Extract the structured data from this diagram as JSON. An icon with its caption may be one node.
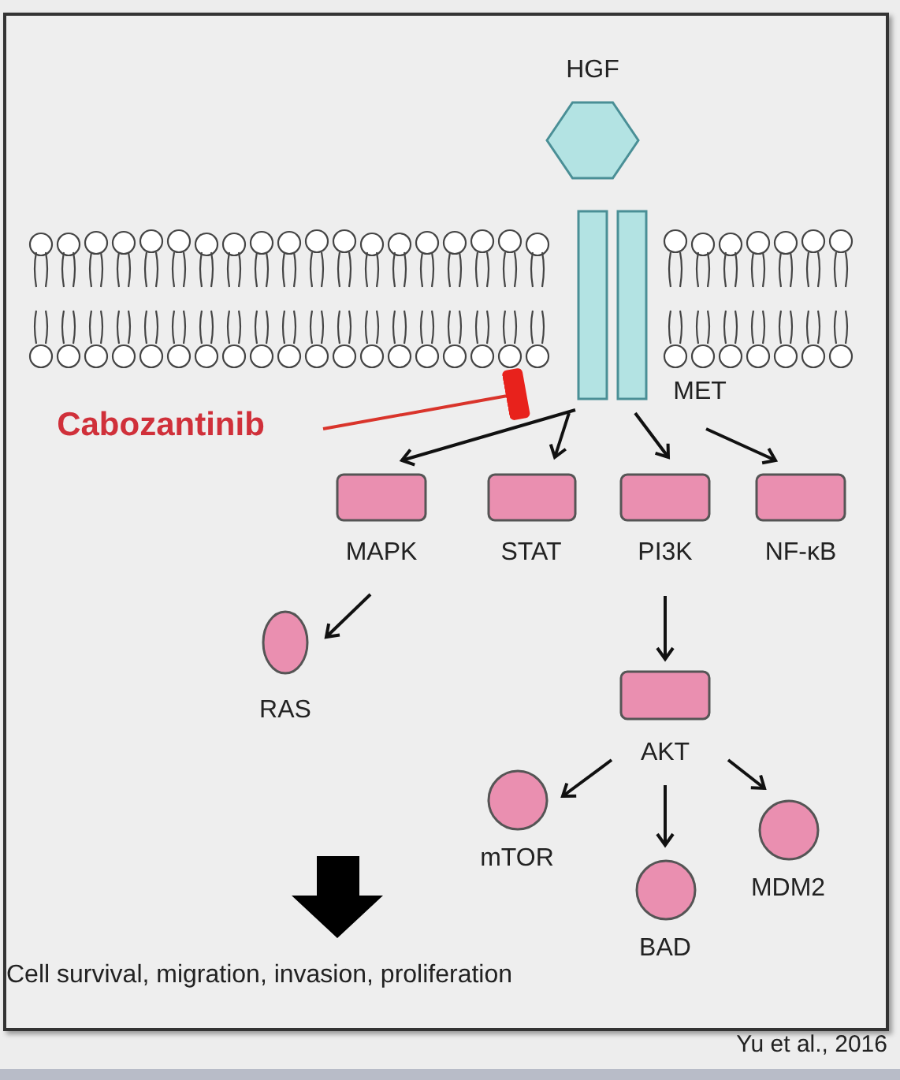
{
  "diagram": {
    "nodes": [
      {
        "text": [
          "HGF"
        ]
      },
      {
        "text": [
          "MET"
        ]
      },
      {
        "text": [
          "Cabozantinib"
        ]
      },
      {
        "text": [
          "MAPK"
        ]
      },
      {
        "text": [
          "STAT"
        ]
      },
      {
        "text": [
          "PI3K"
        ]
      },
      {
        "text": [
          "NF-κB"
        ]
      },
      {
        "text": [
          "RAS"
        ]
      },
      {
        "text": [
          "AKT"
        ]
      },
      {
        "text": [
          "mTOR"
        ]
      },
      {
        "text": [
          "BAD"
        ]
      },
      {
        "text": [
          "MDM2"
        ]
      }
    ],
    "edges": [
      {
        "from": 2,
        "to": 1,
        "arrow": "other",
        "color": "#d9342b"
      },
      {
        "from": 1,
        "to": 3,
        "arrow": "to"
      },
      {
        "from": 1,
        "to": 4,
        "arrow": "to"
      },
      {
        "from": 1,
        "to": 5,
        "arrow": "to"
      },
      {
        "from": 1,
        "to": 6,
        "arrow": "to"
      },
      {
        "from": 3,
        "to": 7,
        "arrow": "to"
      },
      {
        "from": 5,
        "to": 8,
        "arrow": "to"
      },
      {
        "from": 8,
        "to": 9,
        "arrow": "to"
      },
      {
        "from": 8,
        "to": 10,
        "arrow": "to"
      },
      {
        "from": 8,
        "to": 11,
        "arrow": "to"
      }
    ],
    "labels": [
      "Cell survival, migration, invasion, proliferation",
      "Yu et al., 2016"
    ]
  }
}
